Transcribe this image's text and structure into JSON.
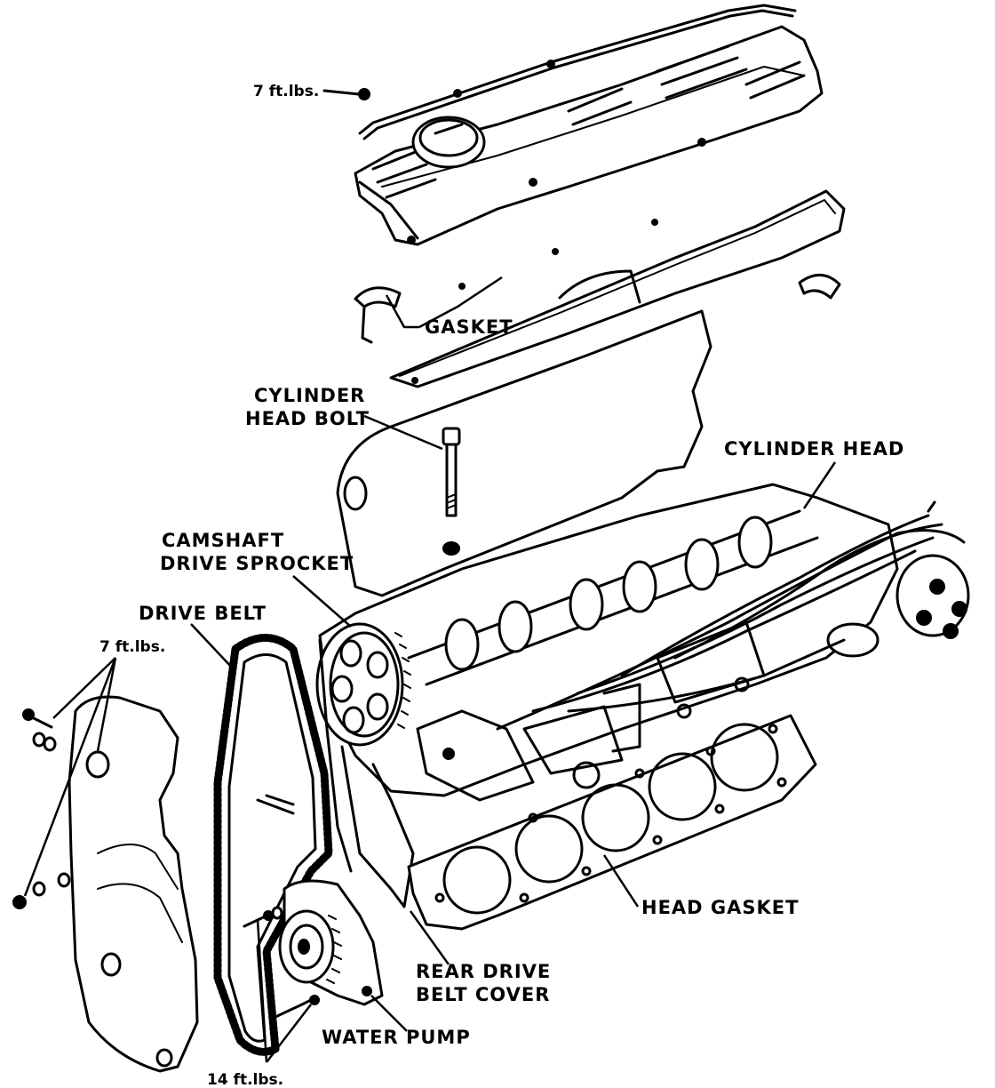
{
  "labels": {
    "torque_valve_cover": "7  ft.lbs.",
    "gasket": "GASKET",
    "cylinder_head_bolt_line1": "CYLINDER",
    "cylinder_head_bolt_line2": "HEAD BOLT",
    "cylinder_head": "CYLINDER HEAD",
    "camshaft_line1": "CAMSHAFT",
    "camshaft_line2": "DRIVE SPROCKET",
    "drive_belt": "DRIVE BELT",
    "torque_front_cover": "7  ft.lbs.",
    "head_gasket": "HEAD GASKET",
    "rear_cover_line1": "REAR DRIVE",
    "rear_cover_line2": "BELT COVER",
    "water_pump": "WATER PUMP",
    "torque_water_pump": "14  ft.lbs."
  }
}
